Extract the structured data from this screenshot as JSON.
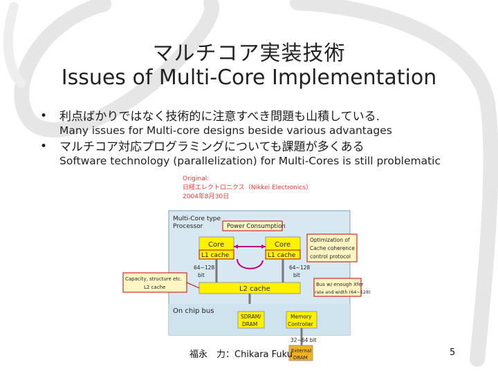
{
  "title": {
    "jp": "マルチコア実装技術",
    "en": "Issues of Multi-Core Implementation"
  },
  "bullets": [
    {
      "jp": "利点ばかりではなく技術的に注意すべき問題も山積している.",
      "en": "Many issues for Multi-core designs beside various advantages"
    },
    {
      "jp": "マルチコア対応プログラミングについても課題が多くある",
      "en": "Software technology (parallelization) for Multi-Cores is still problematic"
    }
  ],
  "original": {
    "label": "Original:",
    "source": "日経エレクトロニクス（Nikkei Electronics）",
    "date": "2004年8月30日"
  },
  "diagram": {
    "processor_label_1": "Multi-Core type",
    "processor_label_2": "Processor",
    "power": "Power Consumption",
    "core1": "Core",
    "core2": "Core",
    "l1a": "L1 cache",
    "l1b": "L1 cache",
    "coherence_1": "Optimization of",
    "coherence_2": "Cache coherence",
    "coherence_3": "control protocol",
    "bits_left_1": "64~128",
    "bits_left_2": "bit",
    "bits_right_1": "64~128",
    "bits_right_2": "bit",
    "capacity_1": "Capacity, structure etc.",
    "capacity_2": "L2 cache",
    "l2": "L2 cache",
    "bus_1": "Bus w/ enough Xfer",
    "bus_2": "rate and width (64~128)",
    "onchip": "On chip bus",
    "sdram_1": "SDRAM/",
    "sdram_2": "DRAM",
    "memctl_1": "Memory",
    "memctl_2": "Controller",
    "bits_bottom": "32~64 bit",
    "ext_1": "External",
    "ext_2": "DRAM"
  },
  "footer": {
    "author": "福永　力：Chikara Fuku",
    "page": "5"
  }
}
